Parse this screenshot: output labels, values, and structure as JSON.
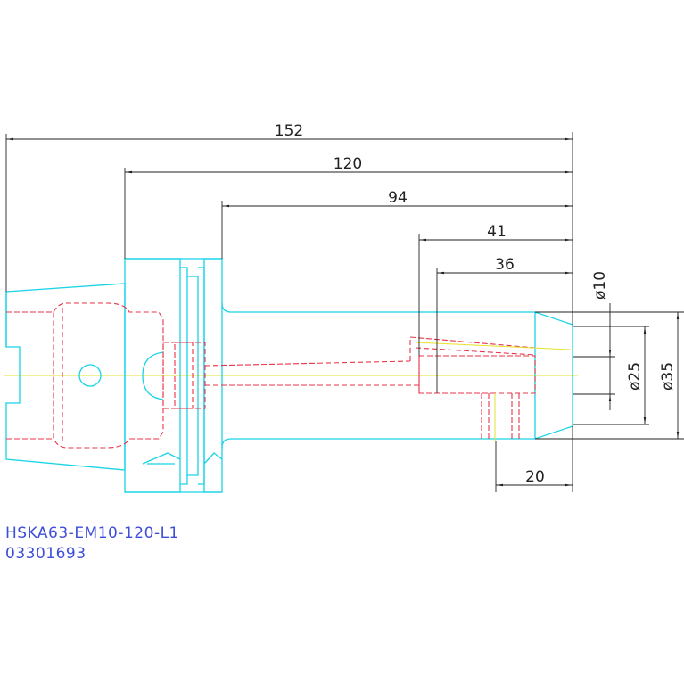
{
  "dimensions": {
    "d152": "152",
    "d120": "120",
    "d94": "94",
    "d41": "41",
    "d36": "36",
    "d20": "20",
    "dia10": "ø10",
    "dia25": "ø25",
    "dia35": "ø35"
  },
  "part": {
    "designation": "HSKA63-EM10-120-L1",
    "number": "03301693"
  },
  "colors": {
    "outline": "#19d3e6",
    "hidden": "#e8344a",
    "centerline": "#e6e22a",
    "dimension": "#222222",
    "label": "#3d4fd8"
  }
}
